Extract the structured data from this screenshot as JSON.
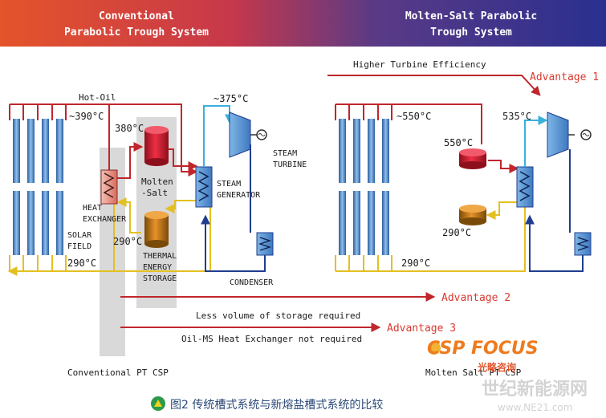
{
  "header": {
    "left_line1": "Conventional",
    "left_line2": "Parabolic Trough System",
    "right_line1": "Molten-Salt Parabolic",
    "right_line2": "Trough System"
  },
  "left_system": {
    "hot_oil": "Hot-Oil",
    "temp_field_hot": "~390°C",
    "temp_salt_hot": "380°C",
    "temp_turbine": "~375°C",
    "molten_salt_1": "Molten",
    "molten_salt_2": "-Salt",
    "heat_exchanger_1": "HEAT",
    "heat_exchanger_2": "EXCHANGER",
    "solar_field_1": "SOLAR",
    "solar_field_2": "FIELD",
    "temp_salt_cold": "290°C",
    "temp_field_cold": "290°C",
    "tes_1": "THERMAL",
    "tes_2": "ENERGY",
    "tes_3": "STORAGE",
    "steam_gen_1": "STEAM",
    "steam_gen_2": "GENERATOR",
    "steam_turbine_1": "STEAM",
    "steam_turbine_2": "TURBINE",
    "condenser": "CONDENSER",
    "footer_label": "Conventional PT CSP"
  },
  "right_system": {
    "temp_field_hot": "~550°C",
    "temp_tank_hot": "550°C",
    "temp_turbine": "535°C",
    "temp_tank_cold": "290°C",
    "temp_field_cold": "290°C",
    "footer_label": "Molten Salt PT CSP"
  },
  "advantages": {
    "higher_eff": "Higher Turbine Efficiency",
    "adv1": "Advantage 1",
    "less_storage": "Less volume of storage required",
    "adv2": "Advantage 2",
    "no_hx": "Oil-MS Heat Exchanger not required",
    "adv3": "Advantage 3"
  },
  "logo": {
    "text": "CSP FOCUS",
    "sub": "光略咨询"
  },
  "watermark": {
    "line1": "世纪新能源网",
    "line2": "www.NE21.com"
  },
  "caption": {
    "text": "图2 传统槽式系统与新熔盐槽式系统的比较"
  },
  "colors": {
    "header_left": "#e2542a",
    "header_right": "#2c2f8f",
    "hot": "#c0262c",
    "cold": "#e3c022",
    "steam": "#3ab0dc",
    "water": "#1f3d8f",
    "advantage": "#d93a30"
  }
}
